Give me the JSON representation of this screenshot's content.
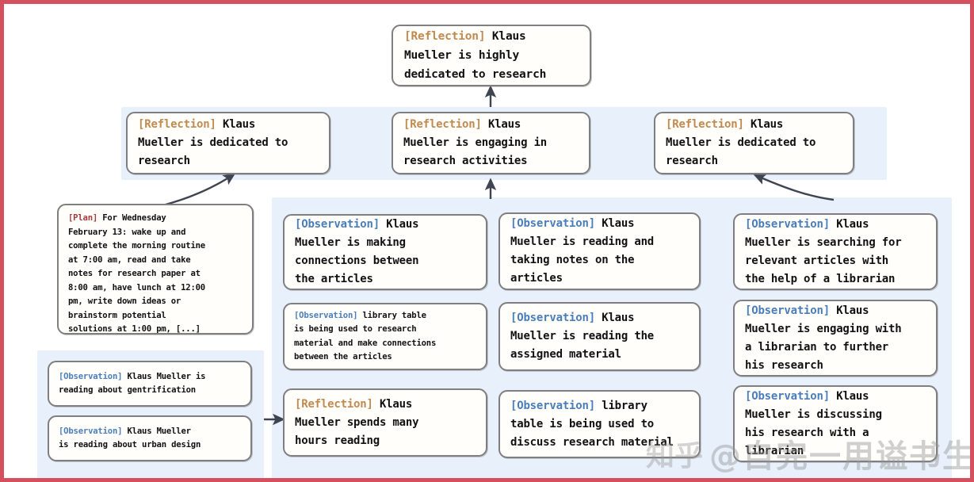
{
  "colors": {
    "frame_border": "#d4505f",
    "panel_band": "#e8f0fb",
    "node_border": "#7f7f7f",
    "node_fill": "#fffefb",
    "tag_reflection": "#c08a50",
    "tag_plan": "#a33b3b",
    "tag_observation": "#4a7ebb",
    "arrow": "#3e4450",
    "watermark": "#969696"
  },
  "nodes": {
    "top_reflection": {
      "tag": "[Reflection]",
      "text": " Klaus\nMueller is highly\ndedicated to research"
    },
    "row2_left": {
      "tag": "[Reflection]",
      "text": " Klaus\nMueller is dedicated to\nresearch"
    },
    "row2_mid": {
      "tag": "[Reflection]",
      "text": " Klaus\nMueller is engaging in\nresearch activities"
    },
    "row2_right": {
      "tag": "[Reflection]",
      "text": " Klaus\nMueller is dedicated to\nresearch"
    },
    "plan": {
      "tag": "[Plan]",
      "text": " For Wednesday\nFebruary 13: wake up and\ncomplete the morning routine\nat 7:00 am, read and take\nnotes for research paper at\n8:00 am, have lunch at 12:00\npm, write down ideas or\nbrainstorm potential\nsolutions at 1:00 pm, [...]"
    },
    "left_obs_1": {
      "tag": "[Observation]",
      "text": " Klaus Mueller is\nreading about gentrification"
    },
    "left_obs_2": {
      "tag": "[Observation]",
      "text": " Klaus Mueller\nis reading about urban design"
    },
    "col1_obs_1": {
      "tag": "[Observation]",
      "text": " Klaus\nMueller is making\nconnections between\nthe articles"
    },
    "col1_obs_2": {
      "tag": "[Observation]",
      "text": " library table\nis being used to research\nmaterial and make connections\nbetween the articles"
    },
    "col1_reflection": {
      "tag": "[Reflection]",
      "text": " Klaus\nMueller spends many\nhours reading"
    },
    "col2_obs_1": {
      "tag": "[Observation]",
      "text": " Klaus\nMueller is reading and\ntaking notes on the\narticles"
    },
    "col2_obs_2": {
      "tag": "[Observation]",
      "text": " Klaus\nMueller is reading the\nassigned material"
    },
    "col2_obs_3": {
      "tag": "[Observation]",
      "text": " library\ntable is being used to\ndiscuss research material"
    },
    "col3_obs_1": {
      "tag": "[Observation]",
      "text": " Klaus\nMueller is searching for\nrelevant articles with\nthe help of a librarian"
    },
    "col3_obs_2": {
      "tag": "[Observation]",
      "text": " Klaus\nMueller is engaging with\na librarian to further\nhis research"
    },
    "col3_obs_3": {
      "tag": "[Observation]",
      "text": " Klaus\nMueller is discussing\nhis research with a\nlibrarian"
    }
  },
  "watermark": {
    "logo": "知乎",
    "handle": "@自完一用谥书生"
  }
}
